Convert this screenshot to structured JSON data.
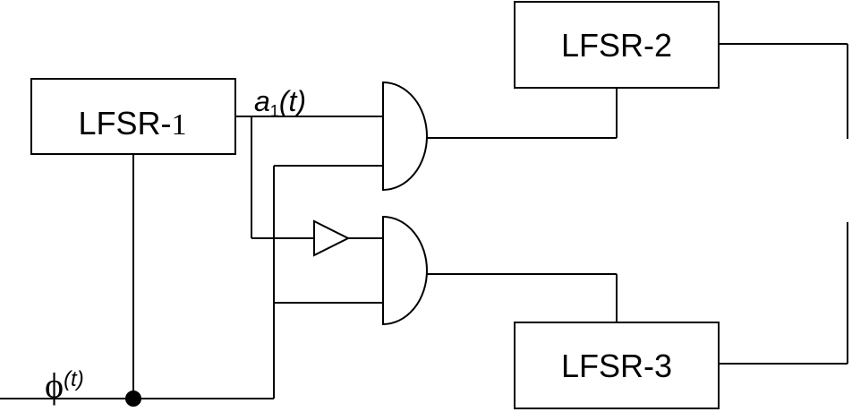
{
  "blocks": {
    "lfsr1_prefix": "LFSR-",
    "lfsr1_digit": "1",
    "lfsr2": "LFSR-2",
    "lfsr3": "LFSR-3"
  },
  "signals": {
    "a1_letter": "a",
    "a1_sub": "1",
    "a1_arg": "(t)",
    "phi_symbol": "ϕ",
    "phi_arg": "(t)"
  }
}
